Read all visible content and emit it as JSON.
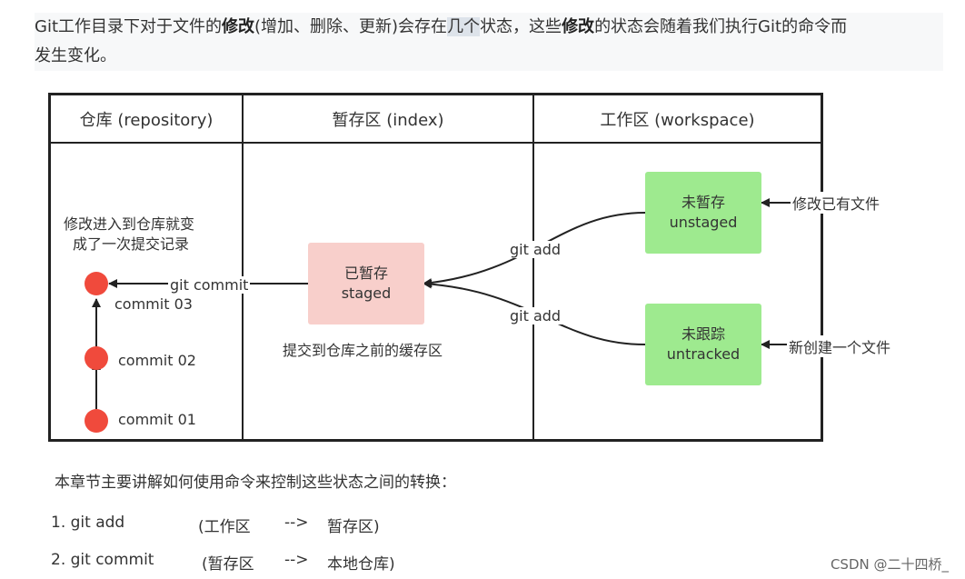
{
  "intro": {
    "p1": "Git工作目录下对于文件的",
    "b1": "修改",
    "p2": "(增加、删除、更新)会存在",
    "hl": "几个",
    "p3": "状态，这些",
    "b2": "修改",
    "p4": "的状态会随着我们执行Git的命令而",
    "line2": "发生变化。"
  },
  "diagram": {
    "columns": {
      "repository": "仓库 (repository)",
      "index": "暂存区 (index)",
      "workspace": "工作区 (workspace)"
    },
    "repo_note_1": "修改进入到仓库就变",
    "repo_note_2": "成了一次提交记录",
    "commits": [
      "commit  03",
      "commit  02",
      "commit  01"
    ],
    "git_commit": "git commit",
    "staged": {
      "line1": "已暂存",
      "line2": "staged"
    },
    "staged_note": "提交到仓库之前的缓存区",
    "git_add_1": "git add",
    "git_add_2": "git add",
    "unstaged": {
      "line1": "未暂存",
      "line2": "unstaged"
    },
    "untracked": {
      "line1": "未跟踪",
      "line2": "untracked"
    },
    "modify_existing": "修改已有文件",
    "create_new": "新创建一个文件"
  },
  "section": {
    "heading": "本章节主要讲解如何使用命令来控制这些状态之间的转换：",
    "items": [
      {
        "cmd": "1. git add",
        "from": "(工作区",
        "arrow": "-->",
        "to": "暂存区)"
      },
      {
        "cmd": "2. git commit",
        "from": "(暂存区",
        "arrow": "-->",
        "to": "本地仓库)"
      }
    ]
  },
  "watermark": "CSDN @二十四桥_",
  "colors": {
    "staged_fill": "#f8cfcb",
    "green_fill": "#9eea8f",
    "commit_node": "#f04a3c",
    "line": "#222222"
  }
}
